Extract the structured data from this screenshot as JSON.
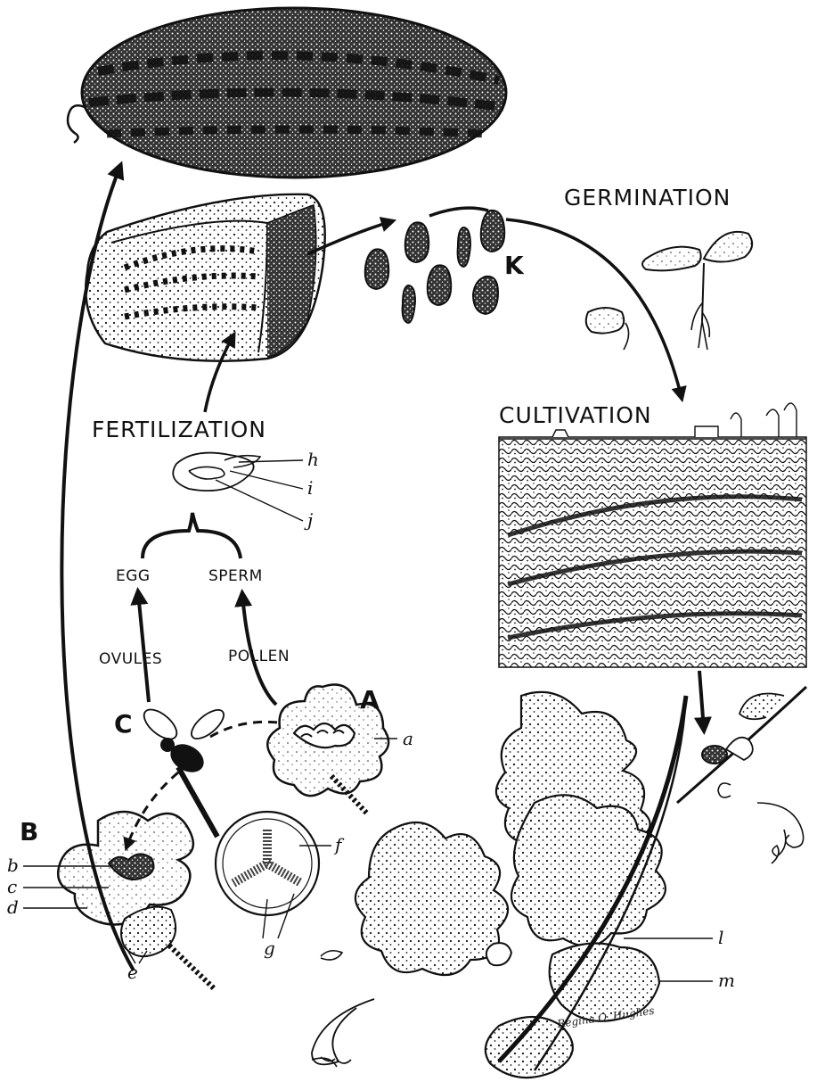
{
  "labels": {
    "germination": "GERMINATION",
    "cultivation": "CULTIVATION",
    "fertilization": "FERTILIZATION",
    "egg": "EGG",
    "sperm": "SPERM",
    "ovules": "OVULES",
    "pollen": "POLLEN",
    "K": "K",
    "A": "A",
    "B": "B",
    "C": "C"
  },
  "parts": {
    "a": "a",
    "b": "b",
    "c": "c",
    "d": "d",
    "e": "e",
    "f": "f",
    "g": "g",
    "h": "h",
    "i": "i",
    "j": "j",
    "l": "l",
    "m": "m"
  },
  "signature": "Regina O. Hughes"
}
